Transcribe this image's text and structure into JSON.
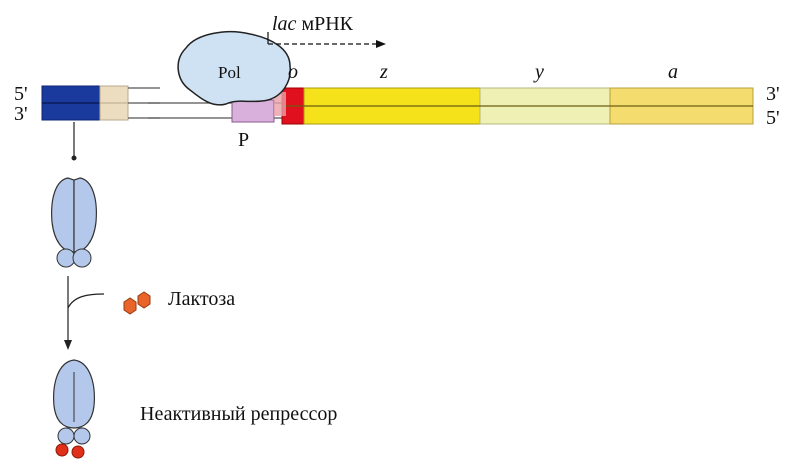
{
  "labels": {
    "mrna_italic": "lac",
    "mrna_rest": " мРНК",
    "polymerase": "Pol",
    "promoter": "P",
    "left_five_prime": "5'",
    "left_three_prime": "3'",
    "right_three_prime": "3'",
    "right_five_prime": "5'",
    "lactose": "Лактоза",
    "inactive_repressor": "Неактивный репрессор"
  },
  "genes": [
    {
      "label": "o",
      "color": "#e0101e"
    },
    {
      "label": "z",
      "color": "#f5e21a"
    },
    {
      "label": "y",
      "color": "#eef0b4"
    },
    {
      "label": "a",
      "color": "#f4dc6e"
    }
  ],
  "colors": {
    "regulator_gene": "#1a3a9e",
    "regulator_flank": "#ecdcc0",
    "promoter": "#d9b0dc",
    "repressor": "#b4c8ec",
    "polymerase": "#cfe2f4",
    "lactose": "#e8642a",
    "strand_line": "#555555"
  }
}
